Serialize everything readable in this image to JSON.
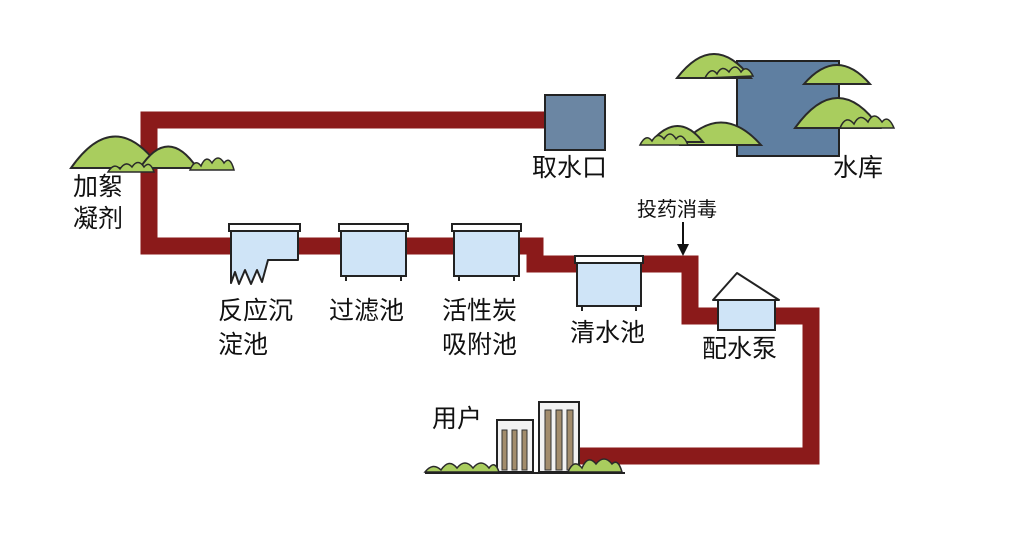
{
  "labels": {
    "coagulant_1": "加絮",
    "coagulant_2": "凝剂",
    "intake": "取水口",
    "reservoir": "水库",
    "disinfect": "投药消毒",
    "sed_1": "反应沉",
    "sed_2": "淀池",
    "filter": "过滤池",
    "carbon_1": "活性炭",
    "carbon_2": "吸附池",
    "clear": "清水池",
    "pump": "配水泵",
    "users": "用户"
  },
  "colors": {
    "pipe": "#8b1a1a",
    "tank_water": "#cfe4f7",
    "tank_outline": "#222222",
    "intake_block": "#6b86a3",
    "reservoir_water": "#5f7fa1",
    "tree_fill": "#a9cd5e",
    "tree_outline": "#2a2a2a",
    "building": "#f2f2f2",
    "building_window": "#a28c6c"
  }
}
